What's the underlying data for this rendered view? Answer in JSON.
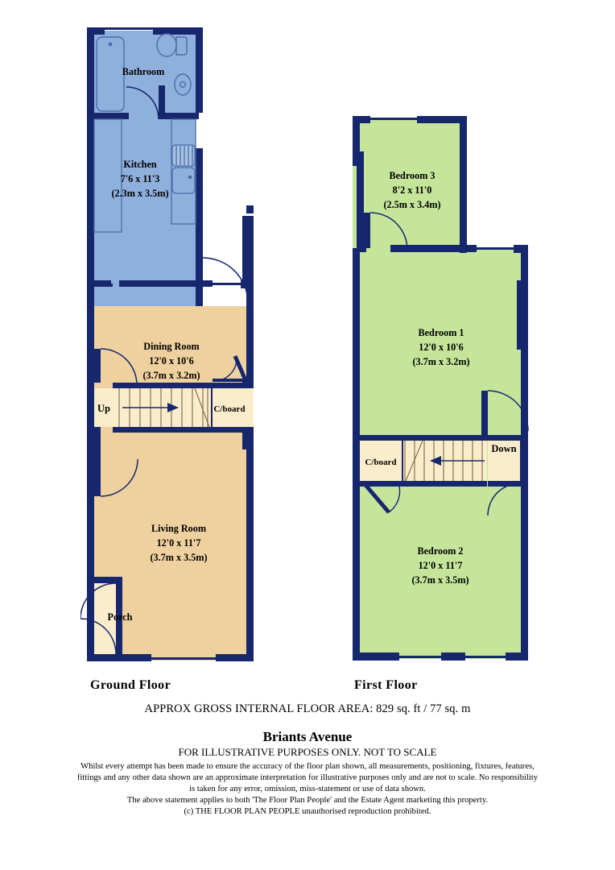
{
  "colors": {
    "wall": "#17276e",
    "ground_fill": "#8fb0dc",
    "ground_fill_2": "#efd19f",
    "first_fill": "#c5e59b",
    "stair_fill": "#fbeccb",
    "fixture_line": "#4a6ea8",
    "text": "#000000",
    "page_bg": "#ffffff"
  },
  "floors": [
    {
      "id": "ground",
      "label": "Ground Floor",
      "rooms": [
        {
          "name": "Bathroom",
          "imperial": "",
          "metric": ""
        },
        {
          "name": "Kitchen",
          "imperial": "7'6 x 11'3",
          "metric": "(2.3m x 3.5m)"
        },
        {
          "name": "Dining Room",
          "imperial": "12'0 x 10'6",
          "metric": "(3.7m x 3.2m)"
        },
        {
          "name": "Living Room",
          "imperial": "12'0 x 11'7",
          "metric": "(3.7m x 3.5m)"
        },
        {
          "name": "Porch",
          "imperial": "",
          "metric": ""
        }
      ],
      "stairs": {
        "direction_label": "Up",
        "cupboard_label": "C/board"
      }
    },
    {
      "id": "first",
      "label": "First Floor",
      "rooms": [
        {
          "name": "Bedroom 3",
          "imperial": "8'2 x 11'0",
          "metric": "(2.5m x 3.4m)"
        },
        {
          "name": "Bedroom 1",
          "imperial": "12'0 x 10'6",
          "metric": "(3.7m x 3.2m)"
        },
        {
          "name": "Bedroom 2",
          "imperial": "12'0 x 11'7",
          "metric": "(3.7m x 3.5m)"
        }
      ],
      "stairs": {
        "direction_label": "Down",
        "cupboard_label": "C/board"
      }
    }
  ],
  "footer": {
    "area_line": "APPROX GROSS INTERNAL FLOOR AREA:   829 sq. ft / 77 sq. m",
    "address": "Briants Avenue",
    "illustrative": "FOR ILLUSTRATIVE PURPOSES ONLY.  NOT TO SCALE",
    "disclaimer_lines": [
      "Whilst every attempt has been made to ensure the accuracy of the floor plan shown, all measurements, positioning, fixtures, features,",
      "fittings and any other data shown are an approximate interpretation for illustrative purposes only and are not to scale.  No responsibility",
      "is taken for any error, omission, miss-statement or use of data shown.",
      "The above statement applies to both 'The Floor Plan People' and the Estate Agent marketing this property.",
      "(c) THE FLOOR PLAN PEOPLE unauthorised reproduction prohibited."
    ]
  }
}
